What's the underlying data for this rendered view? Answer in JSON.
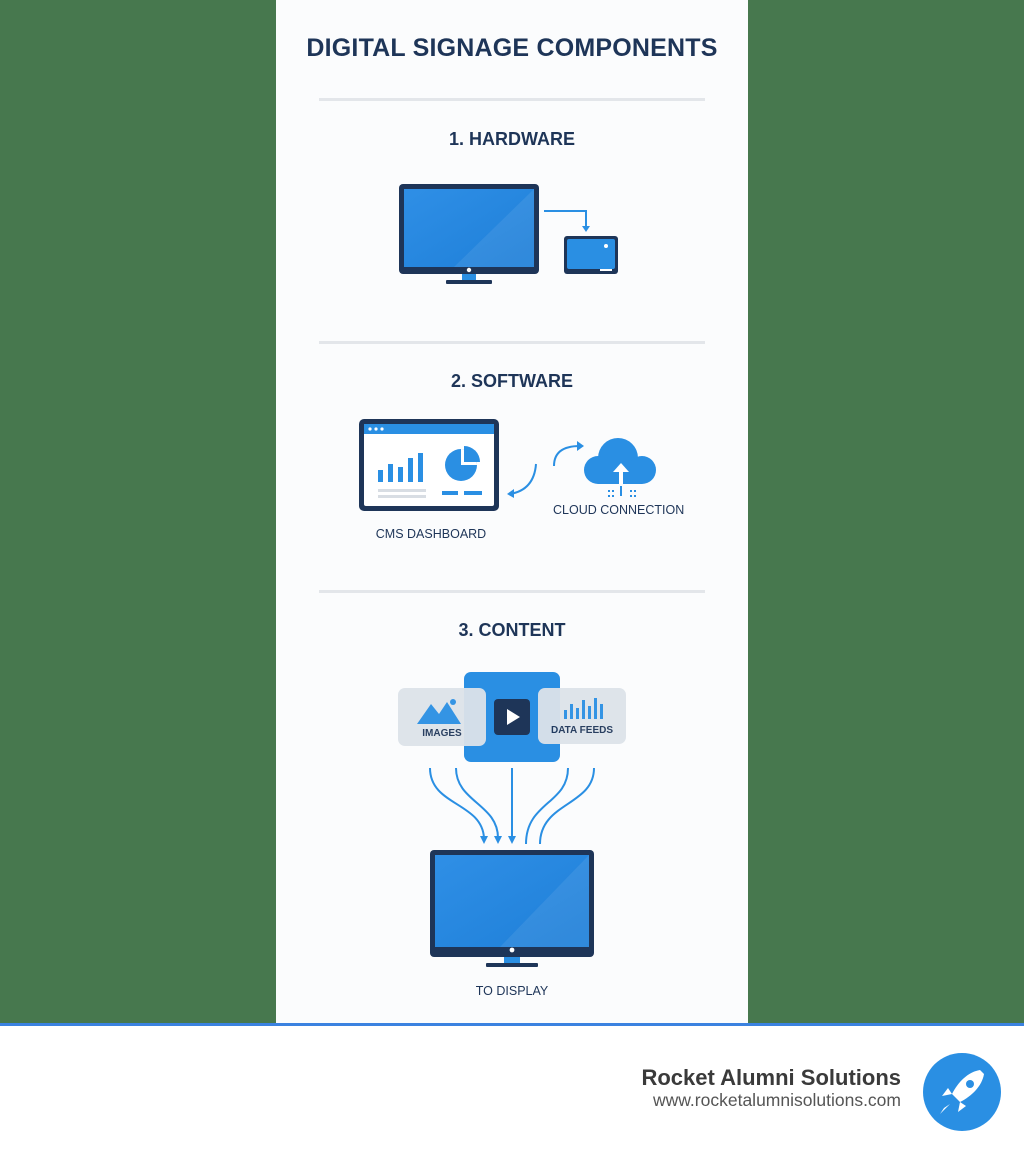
{
  "title": "DIGITAL SIGNAGE COMPONENTS",
  "sections": [
    {
      "heading": "1. HARDWARE"
    },
    {
      "heading": "2. SOFTWARE",
      "labels": {
        "cms": "CMS DASHBOARD",
        "cloud": "CLOUD CONNECTION"
      }
    },
    {
      "heading": "3. CONTENT",
      "labels": {
        "images": "IMAGES",
        "data_feeds": "DATA FEEDS",
        "display": "TO DISPLAY"
      }
    }
  ],
  "footer": {
    "brand": "Rocket Alumni Solutions",
    "url": "www.rocketalumnisolutions.com"
  },
  "colors": {
    "background": "#47784e",
    "panel": "#fbfcfd",
    "navy": "#1e3558",
    "blue": "#2a8fe3",
    "accent": "#3b82e0"
  },
  "icons": [
    "monitor-icon",
    "media-player-icon",
    "dashboard-icon",
    "cloud-upload-icon",
    "image-icon",
    "play-icon",
    "data-feed-icon",
    "rocket-icon"
  ]
}
